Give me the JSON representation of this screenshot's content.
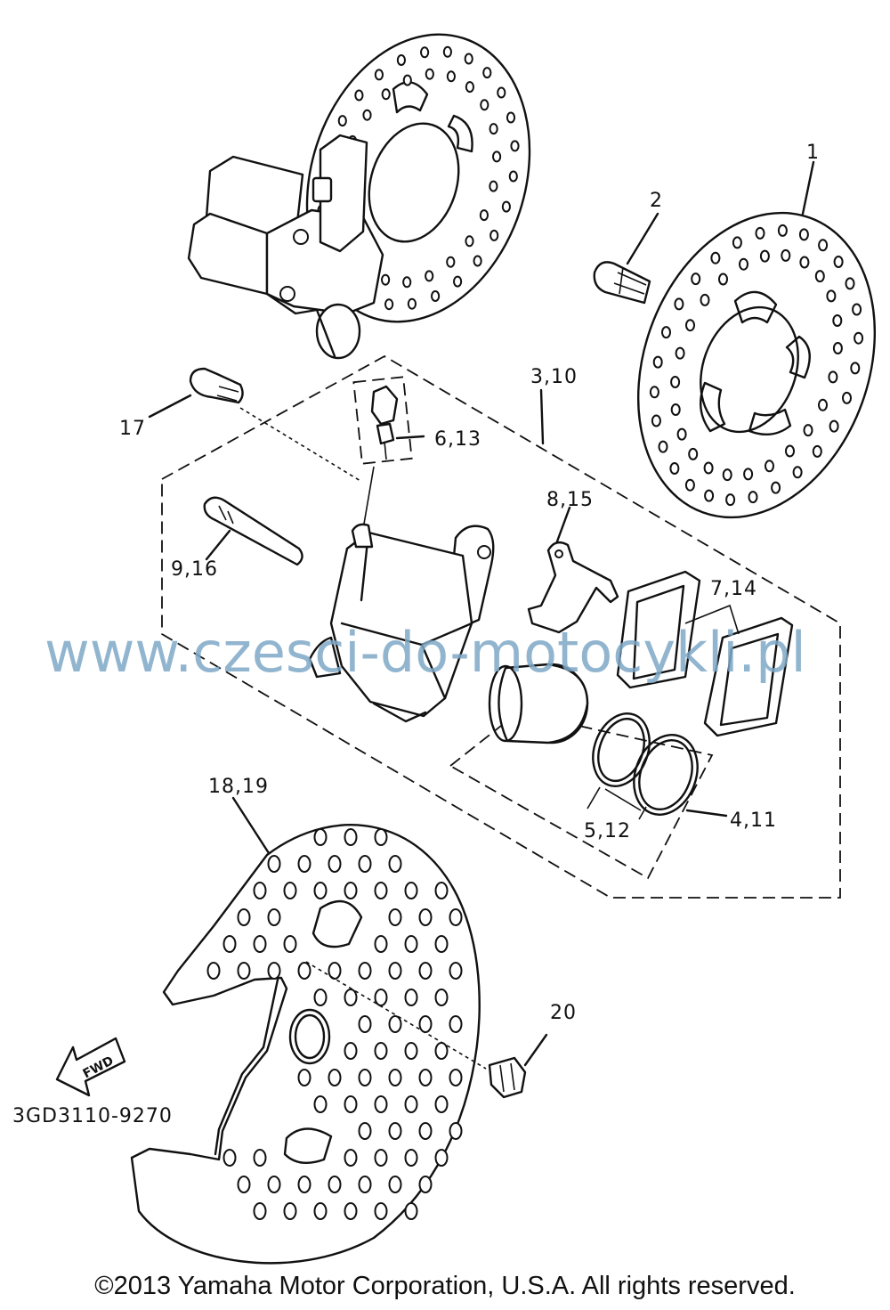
{
  "diagram": {
    "callouts": {
      "c1": "1",
      "c2": "2",
      "c3_10": "3,10",
      "c17": "17",
      "c6_13": "6,13",
      "c8_15": "8,15",
      "c9_16": "9,16",
      "c7_14": "7,14",
      "c4_11": "4,11",
      "c5_12": "5,12",
      "c18_19": "18,19",
      "c20": "20"
    },
    "fwd_label": "FWD",
    "drawing_code": "3GD3110-9270"
  },
  "watermark": "www.czesci-do-motocykli.pl",
  "copyright": "©2013 Yamaha Motor Corporation, U.S.A. All rights reserved."
}
